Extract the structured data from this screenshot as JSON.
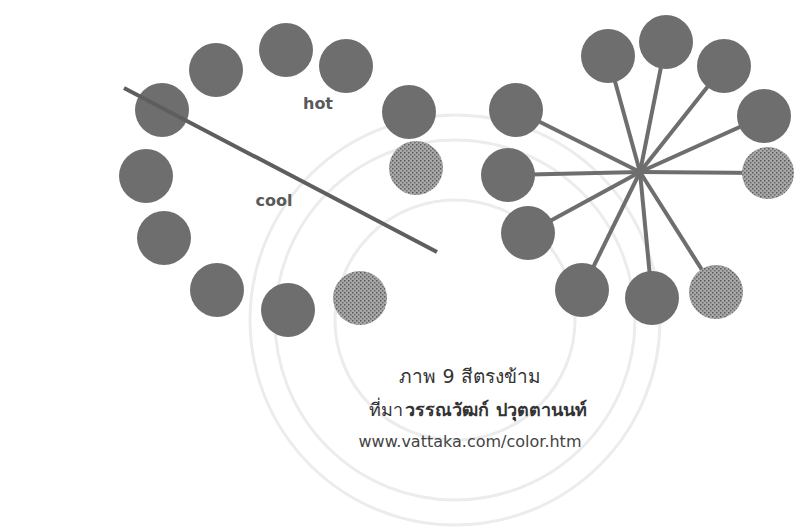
{
  "diagram": {
    "caption": "ภาพ 9 สีตรงข้าม",
    "labels": [
      "hot",
      "cool",
      "ที่มา :",
      "วรรณวัฒก์ ปวุตตานนท์",
      "www.vattaka.com/color.htm"
    ]
  }
}
